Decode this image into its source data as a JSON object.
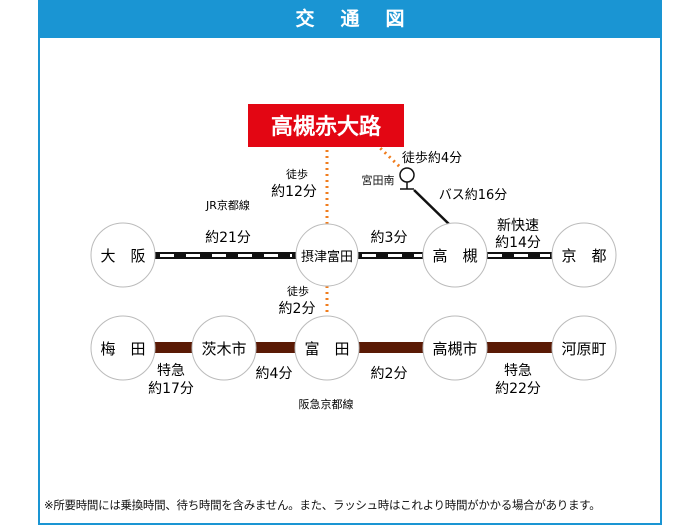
{
  "header": {
    "title": "交通図"
  },
  "destination": {
    "label": "高槻赤大路"
  },
  "bus_stop": {
    "label": "宮田南"
  },
  "stations": {
    "osaka": "大　阪",
    "settsu_tonda": "摂津富田",
    "takatsuki": "高　槻",
    "kyoto": "京　都",
    "umeda": "梅　田",
    "ibaraki_shi": "茨木市",
    "tonda": "富　田",
    "takatsuki_shi": "高槻市",
    "kawaramachi": "河原町"
  },
  "annotations": {
    "walk_dest_settsu": [
      "徒歩",
      "約12分"
    ],
    "walk_dest_bus": "徒歩約4分",
    "bus_time": "バス約16分",
    "jr_line": "JR京都線",
    "osaka_settsu": "約21分",
    "settsu_takatsuki": "約3分",
    "takatsuki_kyoto": [
      "新快速",
      "約14分"
    ],
    "walk_settsu_tonda": [
      "徒歩",
      "約2分"
    ],
    "umeda_ibaraki": [
      "特急",
      "約17分"
    ],
    "ibaraki_tonda": "約4分",
    "tonda_takatsuki": "約2分",
    "takatsuki_kawaramachi": [
      "特急",
      "約22分"
    ],
    "hankyu_line": "阪急京都線"
  },
  "footnote": "※所要時間には乗換時間、待ち時間を含みません。また、ラッシュ時はこれより時間がかかる場合があります。",
  "colors": {
    "header_bg": "#1a95d3",
    "destination_bg": "#e30613",
    "walk_dots": "#f07d1e",
    "hankyu_line": "#5a1a05",
    "jr_line": "#111111"
  }
}
